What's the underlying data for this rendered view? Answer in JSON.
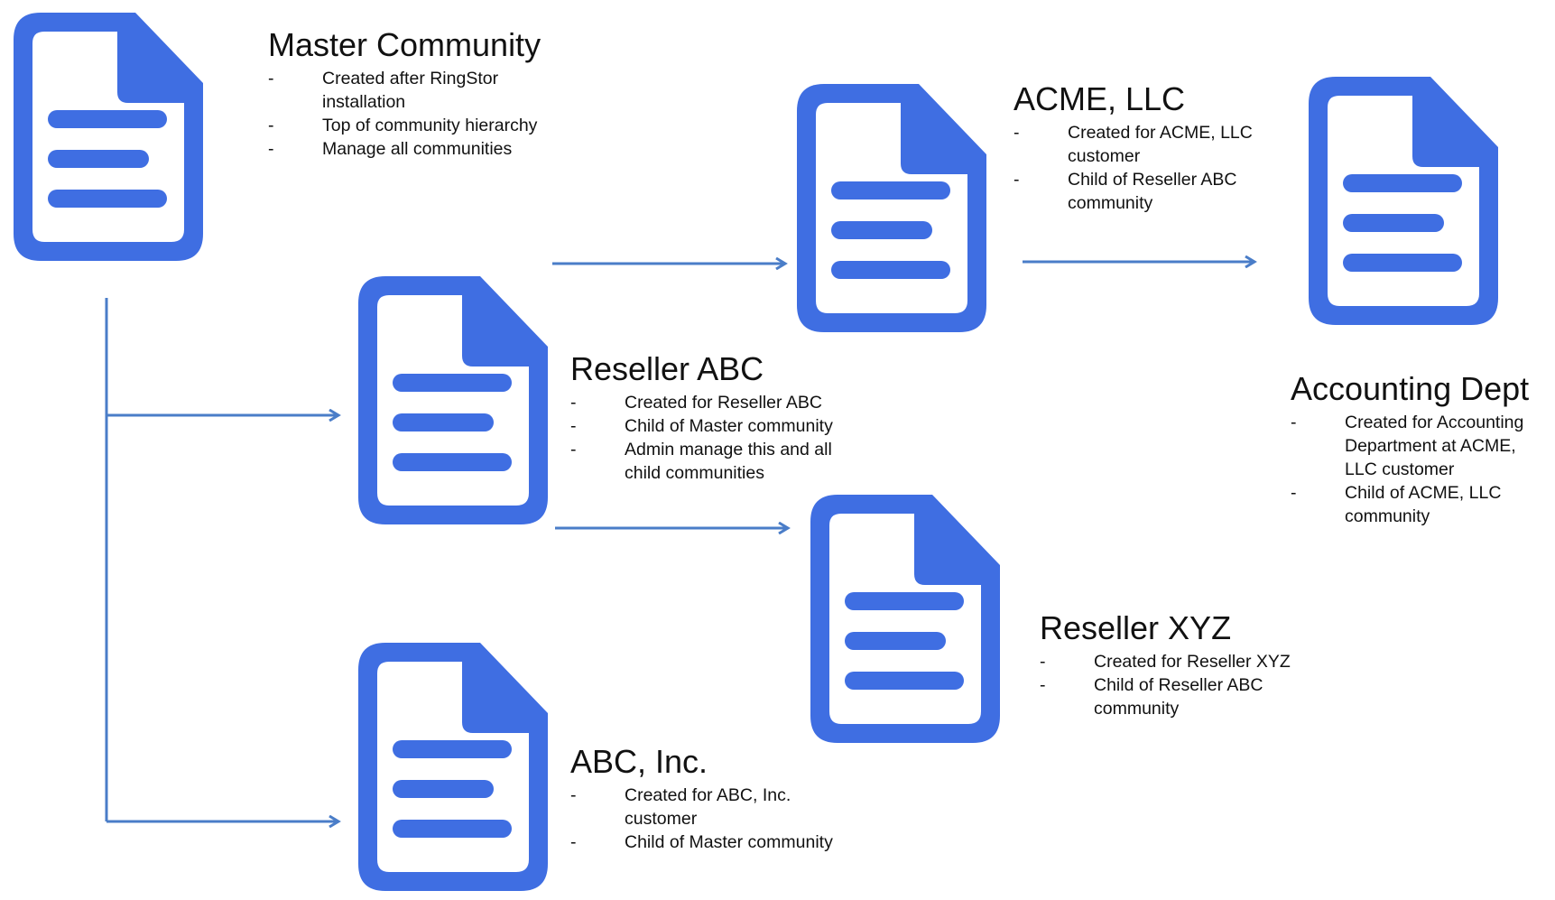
{
  "colors": {
    "icon": "#3f6ee2",
    "connector": "#4a7dc8"
  },
  "icon_name": "document-icon",
  "nodes": {
    "master": {
      "title": "Master Community",
      "bullets": [
        "Created after RingStor installation",
        "Top of community hierarchy",
        "Manage all communities"
      ]
    },
    "reseller_abc": {
      "title": "Reseller ABC",
      "bullets": [
        "Created for Reseller ABC",
        "Child of Master community",
        "Admin manage this and all child communities"
      ]
    },
    "acme": {
      "title": "ACME, LLC",
      "bullets": [
        "Created for ACME, LLC customer",
        "Child of Reseller ABC community"
      ]
    },
    "accounting": {
      "title": "Accounting Dept",
      "bullets": [
        "Created for Accounting Department at ACME, LLC customer",
        "Child of ACME, LLC community"
      ]
    },
    "reseller_xyz": {
      "title": "Reseller XYZ",
      "bullets": [
        "Created for Reseller XYZ",
        "Child of Reseller ABC community"
      ]
    },
    "abc_inc": {
      "title": "ABC, Inc.",
      "bullets": [
        "Created for ABC, Inc. customer",
        "Child of Master community"
      ]
    }
  }
}
